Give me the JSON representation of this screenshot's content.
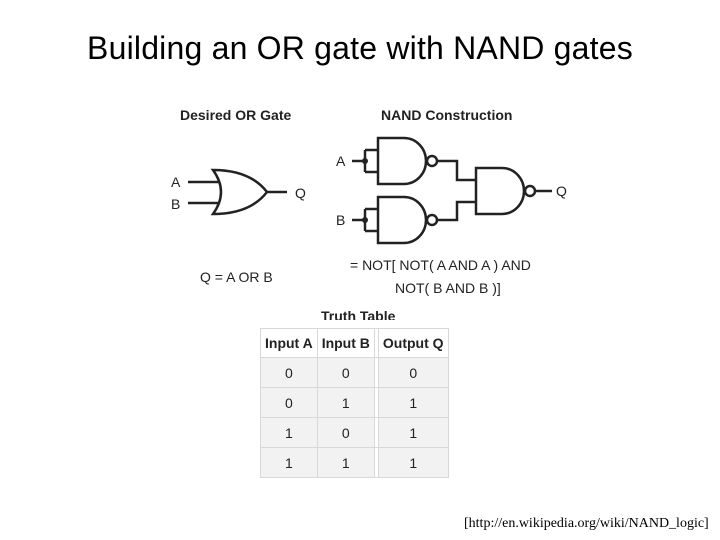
{
  "slide": {
    "title": "Building an OR gate with NAND gates",
    "citation": "[http://en.wikipedia.org/wiki/NAND_logic]"
  },
  "or_gate": {
    "heading": "Desired OR Gate",
    "input_a": "A",
    "input_b": "B",
    "output": "Q",
    "equation": "Q = A OR B"
  },
  "nand_construction": {
    "heading": "NAND Construction",
    "input_a": "A",
    "input_b": "B",
    "output": "Q",
    "equation_line1": "= NOT[ NOT( A AND A ) AND",
    "equation_line2": "NOT( B AND B )]"
  },
  "truth_table": {
    "title": "Truth Table",
    "headers": [
      "Input A",
      "Input B",
      "Output Q"
    ],
    "rows": [
      [
        "0",
        "0",
        "0"
      ],
      [
        "0",
        "1",
        "1"
      ],
      [
        "1",
        "0",
        "1"
      ],
      [
        "1",
        "1",
        "1"
      ]
    ]
  }
}
